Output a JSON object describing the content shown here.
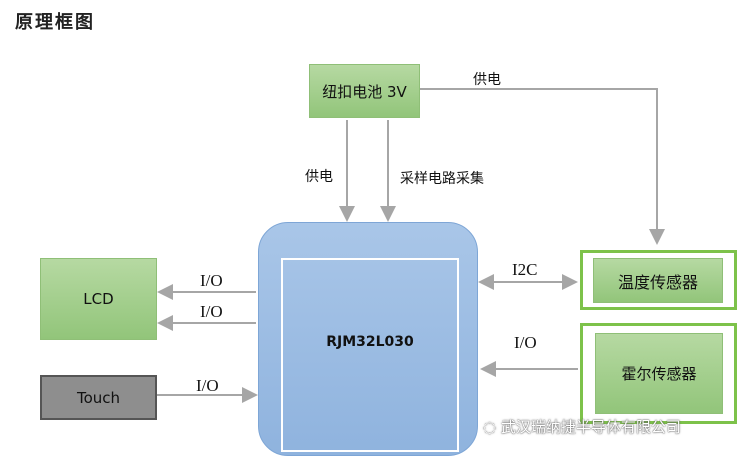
{
  "title": "原理框图",
  "battery": {
    "label": "纽扣电池 3V"
  },
  "mcu": {
    "label": "RJM32L030"
  },
  "lcd": {
    "label": "LCD"
  },
  "touch": {
    "label": "Touch"
  },
  "temp_sensor": {
    "label": "温度传感器"
  },
  "hall_sensor": {
    "label": "霍尔传感器"
  },
  "edges": {
    "battery_to_temp": "供电",
    "battery_power": "供电",
    "battery_sample": "采样电路采集",
    "mcu_lcd_1": "I/O",
    "mcu_lcd_2": "I/O",
    "touch_mcu": "I/O",
    "mcu_temp": "I2C",
    "hall_mcu": "I/O"
  },
  "watermark": "武汉瑞纳捷半导体有限公司"
}
